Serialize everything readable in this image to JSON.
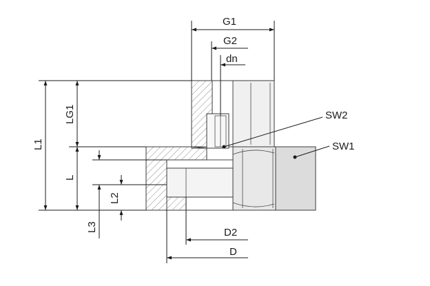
{
  "drawing": {
    "labels": {
      "g1": "G1",
      "g2": "G2",
      "dn": "dn",
      "sw2": "SW2",
      "sw1": "SW1",
      "lg1": "LG1",
      "l1": "L1",
      "l": "L",
      "l2": "L2",
      "l3": "L3",
      "d2": "D2",
      "d": "D"
    },
    "colors": {
      "part_fill": "#e9e9e9",
      "part_light": "#f2f2f2",
      "hatch": "#555555",
      "line": "#1a1a1a"
    }
  }
}
